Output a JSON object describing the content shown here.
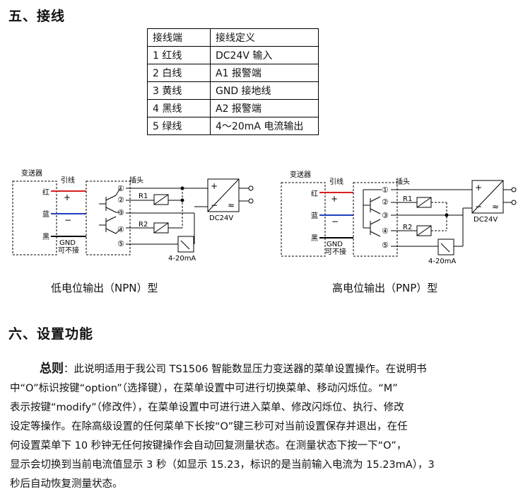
{
  "section5": {
    "title": "五、接线"
  },
  "wiring_table": {
    "headers": [
      "接线端",
      "接线定义"
    ],
    "rows": [
      [
        "1 红线",
        "DC24V 输入"
      ],
      [
        "2 白线",
        "A1 报警端"
      ],
      [
        "3 黄线",
        "GND 接地线"
      ],
      [
        "4 黑线",
        "A2 报警端"
      ],
      [
        "5 绿线",
        "4～20mA 电流输出"
      ]
    ]
  },
  "diagram": {
    "labels": {
      "transmitter": "变送器",
      "lead": "引线",
      "plug": "插头",
      "red": "红",
      "blue": "蓝",
      "black": "黑",
      "plus": "+",
      "minus": "−",
      "gnd": "GND",
      "not_connected": "可不接",
      "r1": "R1",
      "r2": "R2",
      "dc24v": "DC24V",
      "current": "4-20mA",
      "p1": "①",
      "p2": "②",
      "p3": "③",
      "p4": "④",
      "p5": "⑤",
      "sym_plus": "+",
      "sym_minus": "−",
      "sym_approx": "≈"
    },
    "colors": {
      "red_wire": "#d62020",
      "blue_wire": "#1f3fbf"
    },
    "left_caption": "低电位输出（NPN）型",
    "right_caption": "高电位输出（PNP）型"
  },
  "section6": {
    "title": "六、设置功能",
    "lead": "总则",
    "colon": "：",
    "line1": "此说明适用于我公司 TS1506 智能数显压力变送器的菜单设置操作。在说明书",
    "line2": "中“O”标识按键“option”（选择键），在菜单设置中可进行切换菜单、移动闪烁位。“M”",
    "line3": "表示按键“modify”（修改件），在菜单设置中可进行进入菜单、修改闪烁位、执行、修改",
    "line4": "设定等操作。在除高级设置的任何菜单下长按“O”键三秒可对当前设置保存并退出，在任",
    "line5": "何设置菜单下 10 秒钟无任何按键操作会自动回复测量状态。在测量状态下按一下“O”，",
    "line6": "显示会切换到当前电流值显示 3 秒（如显示 15.23，标识的是当前输入电流为 15.23mA），3",
    "line7": "秒后自动恢复测量状态。"
  }
}
